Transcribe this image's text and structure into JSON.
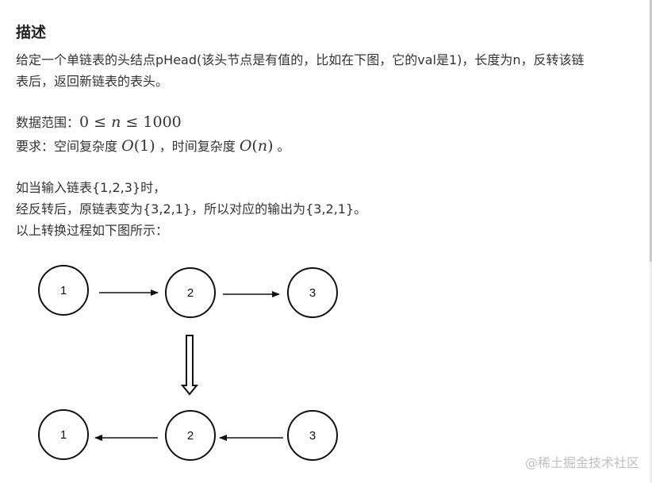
{
  "section_title": "描述",
  "description": {
    "line1": "给定一个单链表的头结点pHead(该头节点是有值的，比如在下图，它的val是1)，长度为n，反转该链",
    "line2": "表后，返回新链表的表头。"
  },
  "constraints": {
    "range_label": "数据范围：",
    "range_math": {
      "lo": "0",
      "op1": "≤",
      "var": "n",
      "op2": "≤",
      "hi": "1000"
    },
    "req_label": "要求：空间复杂度",
    "space_math": {
      "o": "O",
      "arg": "1"
    },
    "req_mid": "，时间复杂度",
    "time_math": {
      "o": "O",
      "arg": "n"
    },
    "req_end": "。"
  },
  "example": {
    "line1": "如当输入链表{1,2,3}时，",
    "line2": "经反转后，原链表变为{3,2,1}，所以对应的输出为{3,2,1}。",
    "line3": "以上转换过程如下图所示："
  },
  "diagram": {
    "top_nodes": [
      "1",
      "2",
      "3"
    ],
    "bottom_nodes": [
      "1",
      "2",
      "3"
    ]
  },
  "watermark": "@稀土掘金技术社区"
}
